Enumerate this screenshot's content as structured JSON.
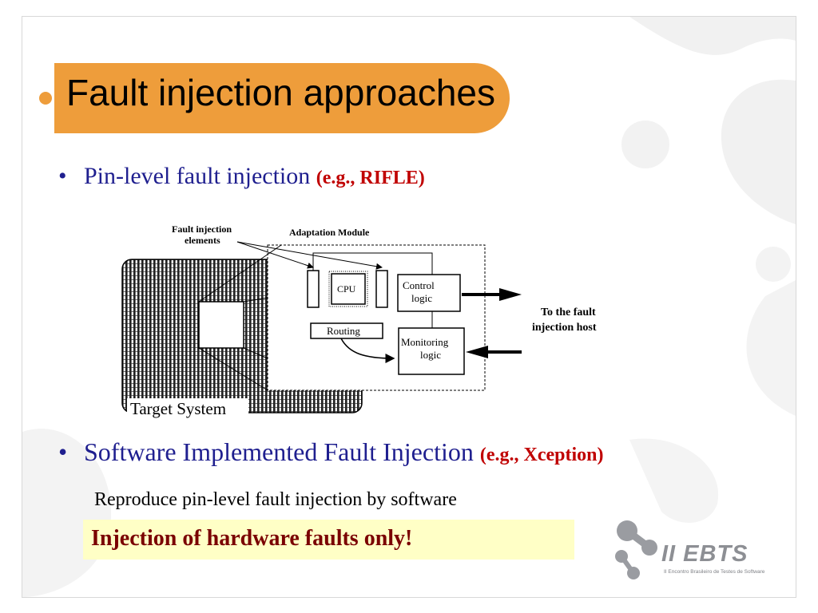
{
  "title": "Fault injection approaches",
  "bullets": [
    {
      "text": "Pin-level fault injection ",
      "example": "(e.g., RIFLE)"
    },
    {
      "text": "Software Implemented Fault Injection ",
      "example": "(e.g., Xception)"
    }
  ],
  "bullet_symbol": "•",
  "subtext": "Reproduce pin-level fault injection by software",
  "highlight": "Injection of hardware faults only!",
  "diagram": {
    "fault_injection_elements_line1": "Fault injection",
    "fault_injection_elements_line2": "elements",
    "adaptation_module": "Adaptation Module",
    "cpu": "CPU",
    "control_logic_line1": "Control",
    "control_logic_line2": "logic",
    "routing": "Routing",
    "monitoring_logic_line1": "Monitoring",
    "monitoring_logic_line2": "logic",
    "host_line1": "To the fault",
    "host_line2": "injection host",
    "target_system": "Target System"
  },
  "logo": {
    "name": "II EBTS",
    "subtitle": "II Encontro Brasileiro de Testes de Software"
  },
  "colors": {
    "title_band": "#ee9d3b",
    "bullet_text": "#1f1f8f",
    "example_text": "#c00000",
    "highlight_bg": "#ffffc6",
    "highlight_text": "#7a0000"
  }
}
